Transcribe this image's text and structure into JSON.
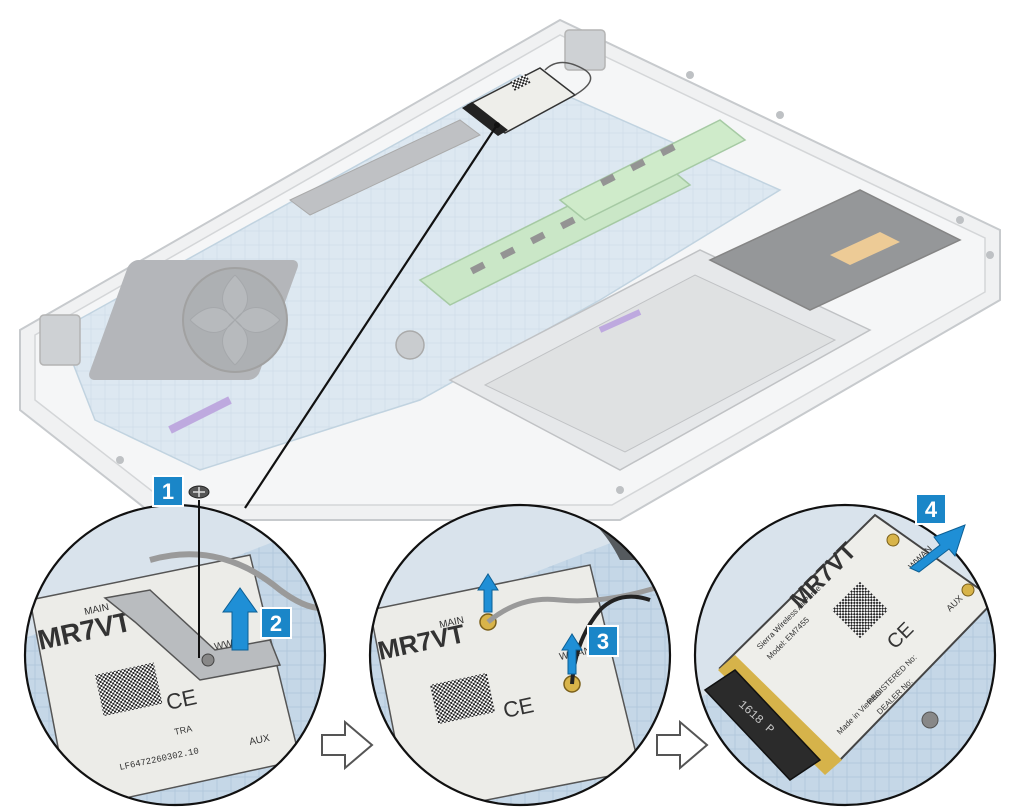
{
  "steps": [
    {
      "number": "1",
      "color": "#1a86c8"
    },
    {
      "number": "2",
      "color": "#1a86c8"
    },
    {
      "number": "3",
      "color": "#1a86c8"
    },
    {
      "number": "4",
      "color": "#1a86c8"
    }
  ],
  "card": {
    "model": "MR7VT",
    "main_label": "MAIN",
    "aux_label": "AUX",
    "wwan_label": "WWAN",
    "brand_line": "Sierra Wireless AirPrime",
    "model_line": "Model: EM7455",
    "tra_label": "TRA",
    "registered_line": "REGISTERED No:",
    "dealer_line": "DEALER No:",
    "lf_line": "LF6472260302.10",
    "made_in": "Made in Vietnam",
    "connector_text": "1618 P"
  },
  "colors": {
    "accent_arrow": "#1f8fd6",
    "board": "#b9cfe0",
    "card": "#e8e8e4",
    "outline_arrow": "#555555"
  }
}
